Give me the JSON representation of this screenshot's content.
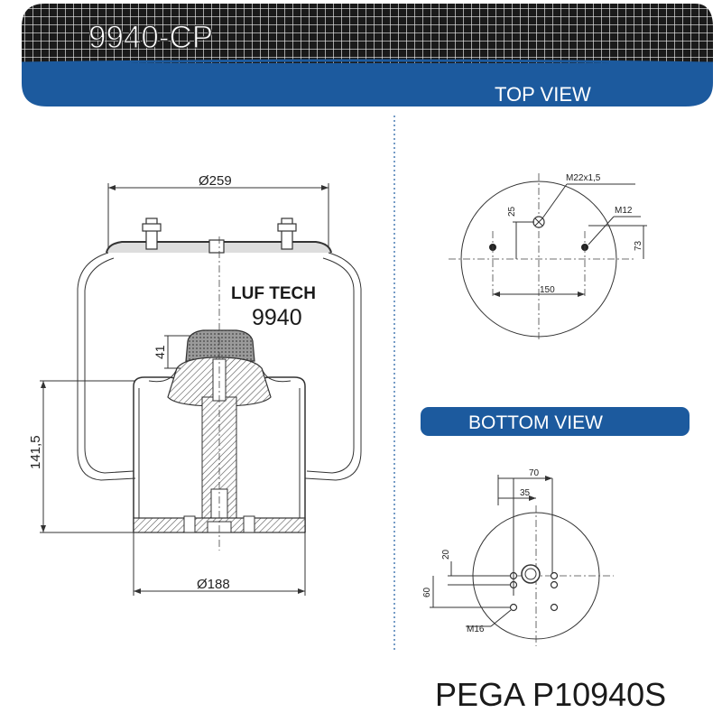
{
  "header": {
    "title": "9940-CP",
    "section_top": "TOP VIEW",
    "section_bottom": "BOTTOM VIEW"
  },
  "brand": {
    "logo_text": "LUF TECH",
    "model_number": "9940"
  },
  "side_view": {
    "top_diameter": "Ø259",
    "bottom_diameter": "Ø188",
    "height": "141,5",
    "piston_offset": "41"
  },
  "top_view": {
    "thread_center": "M22x1,5",
    "thread_side": "M12",
    "dim_offset": "25",
    "dim_spacing": "150",
    "dim_vertical": "73"
  },
  "bottom_view": {
    "dim_outer": "70",
    "dim_inner": "35",
    "dim_small": "20",
    "dim_height": "60",
    "thread": "M16"
  },
  "footer": {
    "part_label": "PEGA P10940S"
  },
  "colors": {
    "banner_blue": "#1c5a9e",
    "banner_dark": "#1a1a1a",
    "ink": "#222222"
  }
}
